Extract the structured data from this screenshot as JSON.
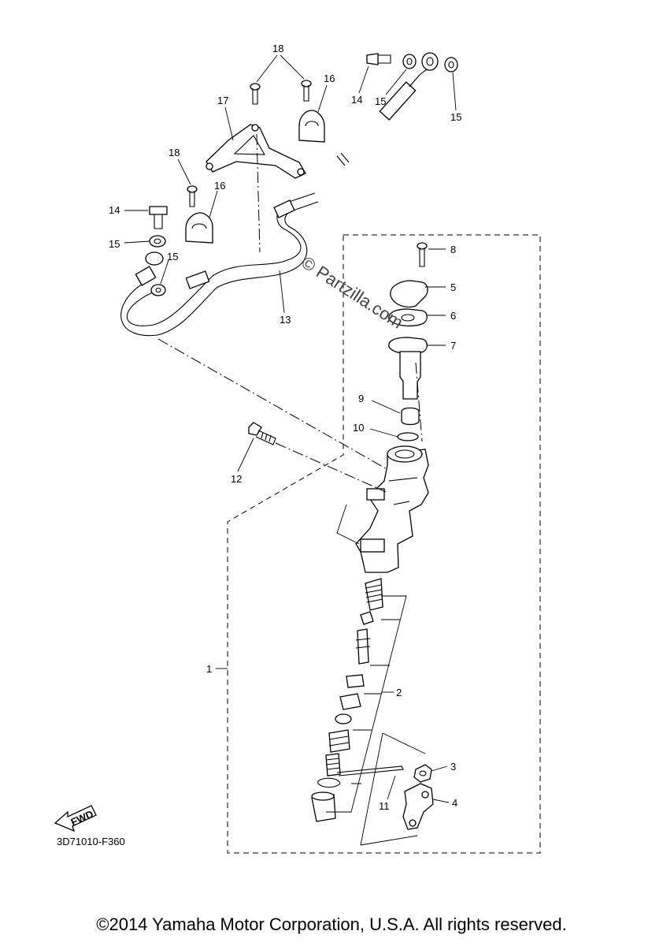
{
  "callouts": [
    {
      "id": "c1",
      "text": "1"
    },
    {
      "id": "c2",
      "text": "2"
    },
    {
      "id": "c3",
      "text": "3"
    },
    {
      "id": "c4",
      "text": "4"
    },
    {
      "id": "c5",
      "text": "5"
    },
    {
      "id": "c6",
      "text": "6"
    },
    {
      "id": "c7",
      "text": "7"
    },
    {
      "id": "c8",
      "text": "8"
    },
    {
      "id": "c9",
      "text": "9"
    },
    {
      "id": "c10",
      "text": "10"
    },
    {
      "id": "c11",
      "text": "11"
    },
    {
      "id": "c12",
      "text": "12"
    },
    {
      "id": "c13",
      "text": "13"
    },
    {
      "id": "c14a",
      "text": "14"
    },
    {
      "id": "c14b",
      "text": "14"
    },
    {
      "id": "c15a",
      "text": "15"
    },
    {
      "id": "c15b",
      "text": "15"
    },
    {
      "id": "c15c",
      "text": "15"
    },
    {
      "id": "c15d",
      "text": "15"
    },
    {
      "id": "c16a",
      "text": "16"
    },
    {
      "id": "c16b",
      "text": "16"
    },
    {
      "id": "c17",
      "text": "17"
    },
    {
      "id": "c18a",
      "text": "18"
    },
    {
      "id": "c18b",
      "text": "18"
    }
  ],
  "fwd_label": "FWD",
  "figure_code": "3D71010-F360",
  "watermark": "© Partzilla.com",
  "copyright": "©2014 Yamaha Motor Corporation, U.S.A. All rights reserved."
}
